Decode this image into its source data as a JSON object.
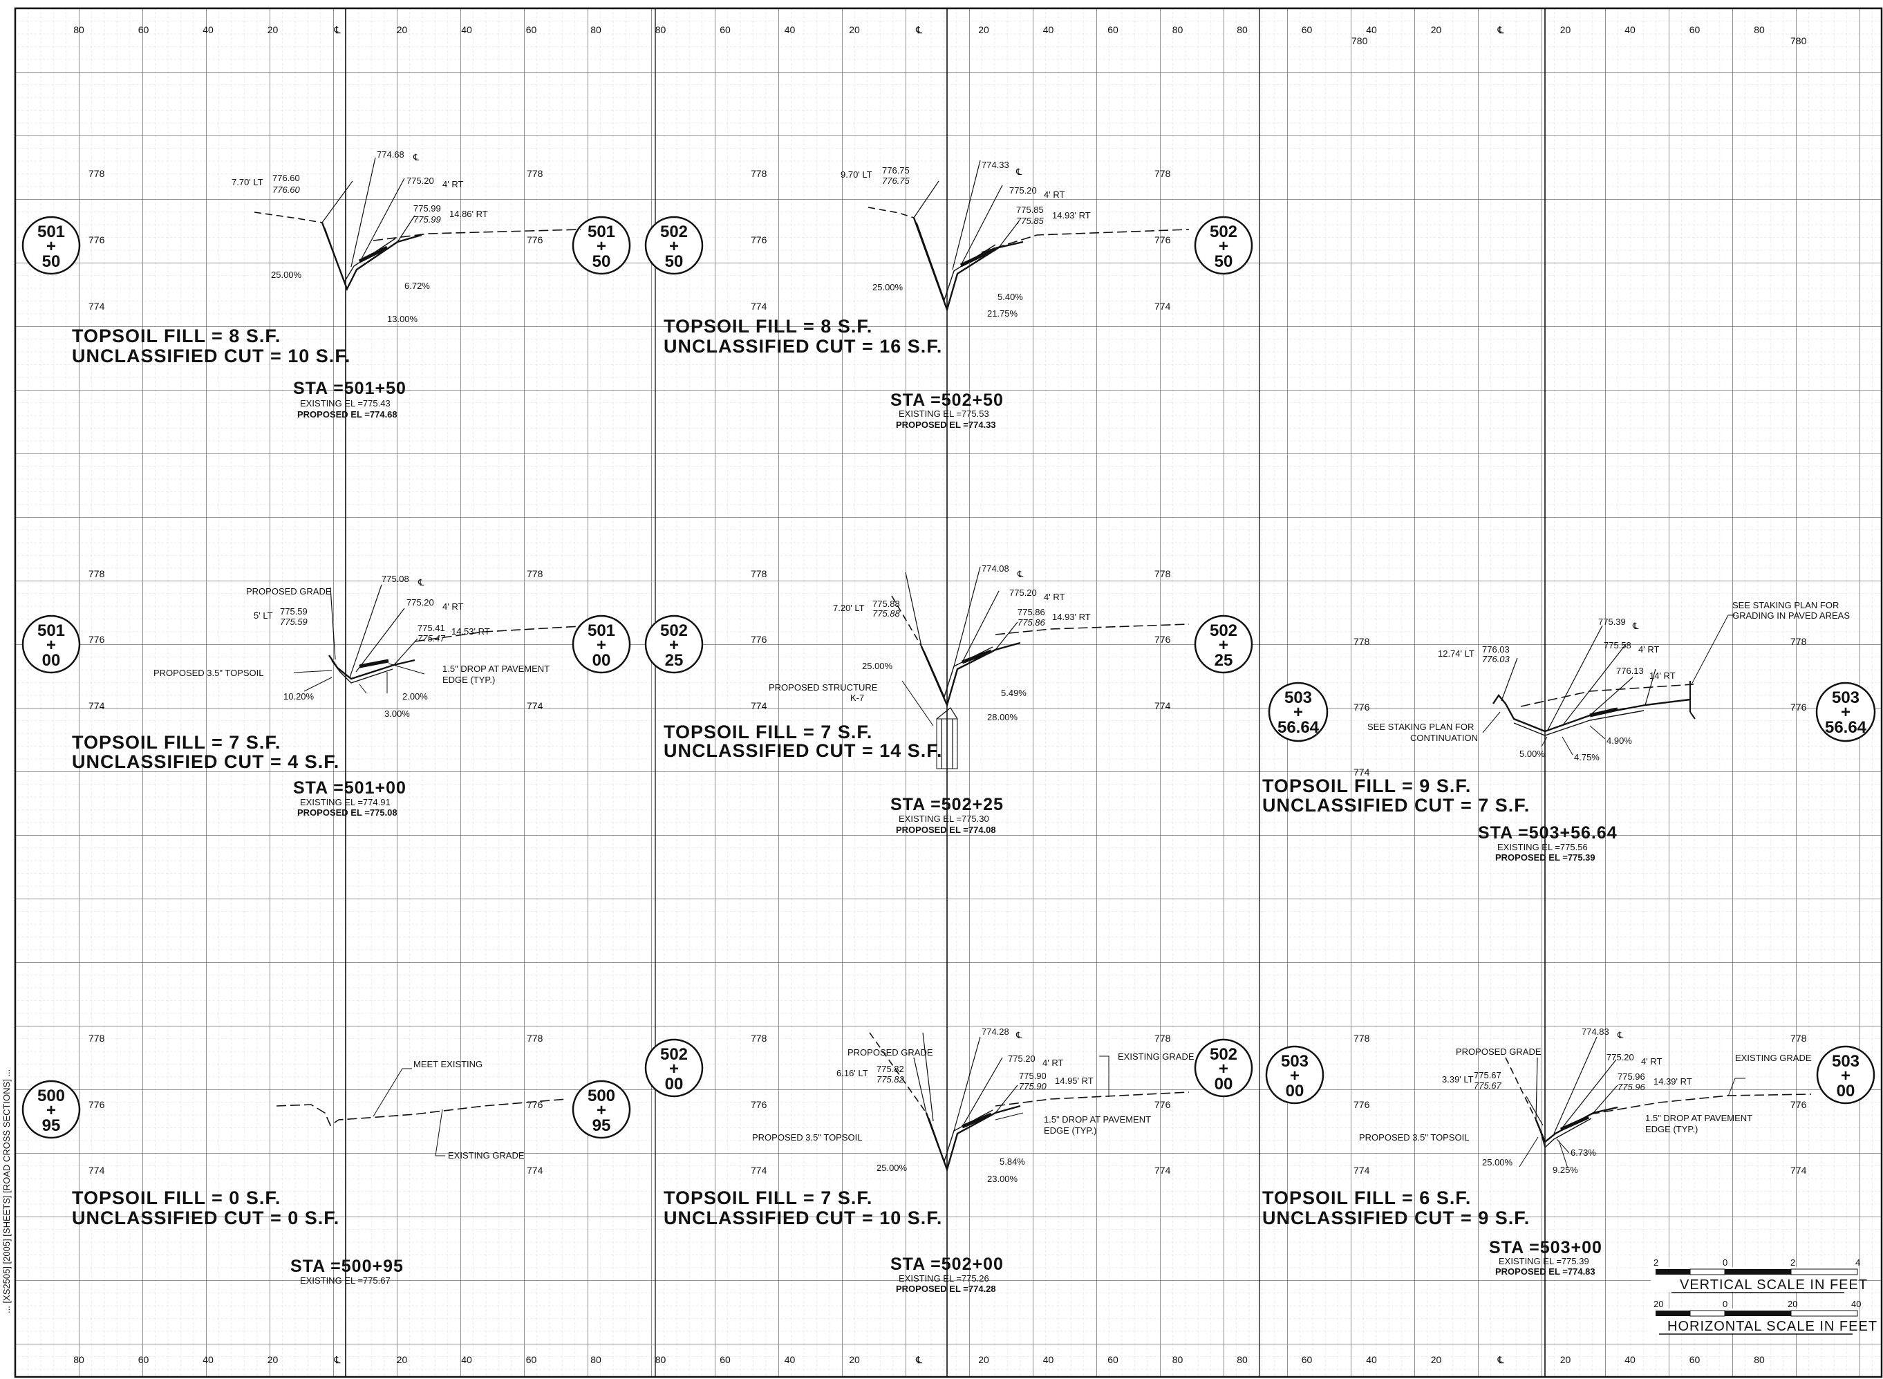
{
  "axis": {
    "offsets_top": [
      "80",
      "60",
      "40",
      "20",
      "℄",
      "20",
      "40",
      "60",
      "80",
      "80",
      "60",
      "40",
      "20",
      "℄",
      "20",
      "40",
      "60",
      "80",
      "80",
      "60",
      "40",
      "20",
      "℄",
      "20",
      "40",
      "60",
      "80"
    ],
    "offsets_bottom": [
      "80",
      "60",
      "40",
      "20",
      "℄",
      "20",
      "40",
      "60",
      "80",
      "80",
      "60",
      "40",
      "20",
      "℄",
      "20",
      "40",
      "60",
      "80",
      "80",
      "60",
      "40",
      "20",
      "℄",
      "20",
      "40",
      "60",
      "80"
    ],
    "elev_780": "780"
  },
  "sections": {
    "s50150": {
      "circle": [
        "501",
        "+",
        "50"
      ],
      "elevs": [
        "778",
        "776",
        "774"
      ],
      "elevs_right": [
        "778",
        "776"
      ],
      "fill": "TOPSOIL FILL = 8 S.F.",
      "cut": "UNCLASSIFIED CUT = 10 S.F.",
      "sta": "STA =501+50",
      "existing": "EXISTING EL =775.43",
      "proposed": "PROPOSED EL =774.68",
      "ann": {
        "cl": "774.68",
        "lt_off": "7.70' LT",
        "lt_top": "776.60",
        "lt_bot": "776.60",
        "rt4": "775.20",
        "rt4_lbl": "4' RT",
        "rt_top": "775.99",
        "rt_bot": "775.99",
        "rt_off": "14.86' RT",
        "slope_l": "25.00%",
        "slope_r": "6.72%",
        "slope_b": "13.00%"
      }
    },
    "s50250": {
      "circle": [
        "502",
        "+",
        "50"
      ],
      "elevs": [
        "778",
        "776",
        "774"
      ],
      "elevs_right": [
        "778",
        "776",
        "774"
      ],
      "fill": "TOPSOIL FILL = 8 S.F.",
      "cut": "UNCLASSIFIED CUT = 16 S.F.",
      "sta": "STA =502+50",
      "existing": "EXISTING EL =775.53",
      "proposed": "PROPOSED EL =774.33",
      "ann": {
        "cl": "774.33",
        "lt_off": "9.70' LT",
        "lt_top": "776.75",
        "lt_bot": "776.75",
        "rt4": "775.20",
        "rt4_lbl": "4' RT",
        "rt_top": "775.85",
        "rt_bot": "775.85",
        "rt_off": "14.93' RT",
        "slope_l": "25.00%",
        "slope_r": "5.40%",
        "slope_b": "21.75%"
      }
    },
    "s50100": {
      "circle": [
        "501",
        "+",
        "00"
      ],
      "elevs": [
        "778",
        "776",
        "774"
      ],
      "elevs_right": [
        "778",
        "774"
      ],
      "fill": "TOPSOIL FILL = 7 S.F.",
      "cut": "UNCLASSIFIED CUT = 4 S.F.",
      "sta": "STA =501+00",
      "existing": "EXISTING EL =774.91",
      "proposed": "PROPOSED EL =775.08",
      "ann": {
        "pg": "PROPOSED GRADE",
        "cl": "775.08",
        "lt_off": "5' LT",
        "lt_top": "775.59",
        "lt_bot": "775.59",
        "rt4": "775.20",
        "rt4_lbl": "4' RT",
        "rt_top": "775.41",
        "rt_bot": "775.47",
        "rt_off": "14.53' RT",
        "topsoil": "PROPOSED 3.5\" TOPSOIL",
        "drop1": "1.5\" DROP AT PAVEMENT",
        "drop2": "EDGE (TYP.)",
        "s1": "10.20%",
        "s2": "2.00%",
        "s3": "3.00%"
      }
    },
    "s50225": {
      "circle": [
        "502",
        "+",
        "25"
      ],
      "elevs": [
        "778",
        "776",
        "774"
      ],
      "elevs_right": [
        "778",
        "776",
        "774"
      ],
      "fill": "TOPSOIL FILL = 7 S.F.",
      "cut": "UNCLASSIFIED CUT = 14 S.F.",
      "sta": "STA =502+25",
      "existing": "EXISTING EL =775.30",
      "proposed": "PROPOSED EL =774.08",
      "ann": {
        "cl": "774.08",
        "lt_off": "7.20' LT",
        "lt_top": "775.88",
        "lt_bot": "775.88",
        "rt4": "775.20",
        "rt4_lbl": "4' RT",
        "rt_top": "775.86",
        "rt_bot": "775.86",
        "rt_off": "14.93' RT",
        "struct1": "PROPOSED STRUCTURE",
        "struct2": "K-7",
        "slope_l": "25.00%",
        "slope_r": "5.49%",
        "slope_b": "28.00%"
      }
    },
    "s50364": {
      "circle": [
        "503",
        "+",
        "56.64"
      ],
      "elevs": [
        "778",
        "776",
        "774"
      ],
      "elevs_right": [
        "778",
        "776"
      ],
      "fill": "TOPSOIL FILL = 9 S.F.",
      "cut": "UNCLASSIFIED CUT = 7 S.F.",
      "sta": "STA =503+56.64",
      "existing": "EXISTING EL =775.56",
      "proposed": "PROPOSED EL =775.39",
      "ann": {
        "cl": "775.39",
        "lt_off": "12.74' LT",
        "lt_top": "776.03",
        "lt_bot": "776.03",
        "rt4": "775.58",
        "rt4_lbl": "4' RT",
        "rt_top": "776.13",
        "rt_off": "14' RT",
        "stake1": "SEE STAKING PLAN FOR",
        "stake2": "GRADING IN PAVED AREAS",
        "cont1": "SEE STAKING PLAN FOR",
        "cont2": "CONTINUATION",
        "s1": "5.00%",
        "s2": "4.75%",
        "s3": "4.90%"
      }
    },
    "s50095": {
      "circle": [
        "500",
        "+",
        "95"
      ],
      "elevs": [
        "778",
        "776",
        "774"
      ],
      "elevs_right": [
        "778",
        "776",
        "774"
      ],
      "fill": "TOPSOIL FILL = 0 S.F.",
      "cut": "UNCLASSIFIED CUT = 0 S.F.",
      "sta": "STA =500+95",
      "existing": "EXISTING EL =775.67",
      "ann": {
        "meet": "MEET EXISTING",
        "eg": "EXISTING GRADE"
      }
    },
    "s50200": {
      "circle": [
        "502",
        "+",
        "00"
      ],
      "elevs": [
        "778",
        "776",
        "774"
      ],
      "elevs_right": [
        "778",
        "776",
        "774"
      ],
      "fill": "TOPSOIL FILL = 7 S.F.",
      "cut": "UNCLASSIFIED CUT = 10 S.F.",
      "sta": "STA =502+00",
      "existing": "EXISTING EL =775.26",
      "proposed": "PROPOSED EL =774.28",
      "ann": {
        "pg": "PROPOSED GRADE",
        "cl": "774.28",
        "lt_off": "6.16' LT",
        "lt_top": "775.82",
        "lt_bot": "775.82",
        "rt4": "775.20",
        "rt4_lbl": "4' RT",
        "rt_top": "775.90",
        "rt_bot": "775.90",
        "rt_off": "14.95' RT",
        "eg": "EXISTING GRADE",
        "topsoil": "PROPOSED 3.5\" TOPSOIL",
        "drop1": "1.5\" DROP AT PAVEMENT",
        "drop2": "EDGE (TYP.)",
        "slope_l": "25.00%",
        "slope_r": "5.84%",
        "slope_b": "23.00%"
      }
    },
    "s50300": {
      "circle": [
        "503",
        "+",
        "00"
      ],
      "elevs": [
        "778",
        "776",
        "774"
      ],
      "elevs_right": [
        "778",
        "776",
        "774"
      ],
      "fill": "TOPSOIL FILL = 6 S.F.",
      "cut": "UNCLASSIFIED CUT = 9 S.F.",
      "sta": "STA =503+00",
      "existing": "EXISTING EL =775.39",
      "proposed": "PROPOSED EL =774.83",
      "ann": {
        "pg": "PROPOSED GRADE",
        "cl": "774.83",
        "lt_off": "3.39' LT",
        "lt_top": "775.67",
        "lt_bot": "775.67",
        "rt4": "775.20",
        "rt4_lbl": "4' RT",
        "rt_top": "775.96",
        "rt_bot": "775.96",
        "rt_off": "14.39' RT",
        "eg": "EXISTING GRADE",
        "topsoil": "PROPOSED 3.5\" TOPSOIL",
        "drop1": "1.5\" DROP AT PAVEMENT",
        "drop2": "EDGE (TYP.)",
        "slope_l": "25.00%",
        "slope_r": "6.73%",
        "slope_b": "9.25%"
      }
    }
  },
  "scales": {
    "vertical": {
      "label": "VERTICAL SCALE IN FEET",
      "ticks": [
        "2",
        "0",
        "2",
        "4"
      ]
    },
    "horizontal": {
      "label": "HORIZONTAL SCALE IN FEET",
      "ticks": [
        "20",
        "0",
        "20",
        "40"
      ]
    }
  },
  "side_note": "... [XS2505] [2005] [SHEETS] [ROAD CROSS SECTIONS] ..."
}
